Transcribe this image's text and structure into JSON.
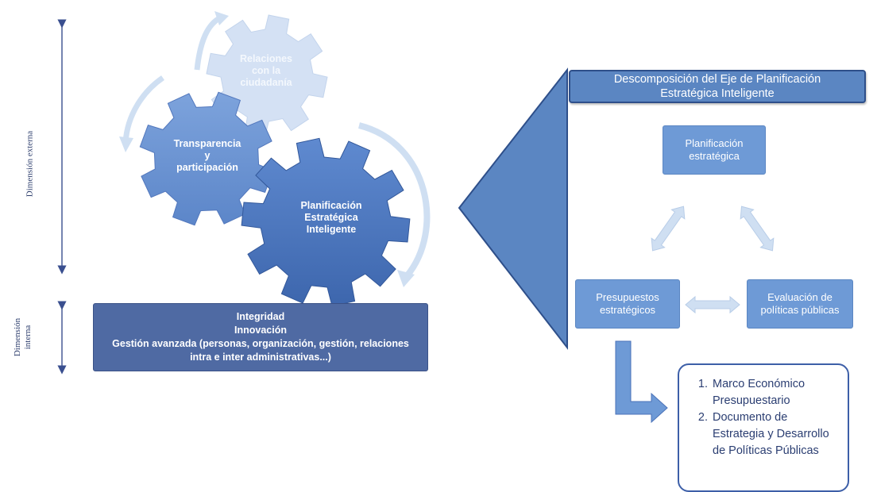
{
  "axis_labels": {
    "external": "Dimensión externa",
    "internal_line1": "Dimensión",
    "internal_line2": "interna"
  },
  "gears": {
    "citizens": [
      "Relaciones",
      "con la",
      "ciudadanía"
    ],
    "transparency": [
      "Transparencia",
      "y",
      "participación"
    ],
    "planning": [
      "Planificación",
      "Estratégica",
      "Inteligente"
    ]
  },
  "base": {
    "line1": "Integridad",
    "line2": "Innovación",
    "line3": "Gestión avanzada (personas, organización, gestión, relaciones",
    "line4": "intra e inter administrativas...)"
  },
  "decomposition": {
    "title_line1": "Descomposición del Eje de Planificación",
    "title_line2": "Estratégica Inteligente",
    "node_top": [
      "Planificación",
      "estratégica"
    ],
    "node_left": [
      "Presupuestos",
      "estratégicos"
    ],
    "node_right": [
      "Evaluación de",
      "políticas públicas"
    ]
  },
  "documents": [
    "Marco Económico Presupuestario",
    "Documento de Estrategia y Desarrollo de Políticas Públicas"
  ],
  "colors": {
    "gear_light": "#d4e1f4",
    "gear_mid": "#6f97d2",
    "gear_dark": "#4a72b8",
    "arrow_light": "#cfdff2",
    "dark_box": "#4f6aa3",
    "node_box": "#6e9ad6",
    "title_box": "#5b86c2",
    "axis": "#3a4f8f"
  }
}
